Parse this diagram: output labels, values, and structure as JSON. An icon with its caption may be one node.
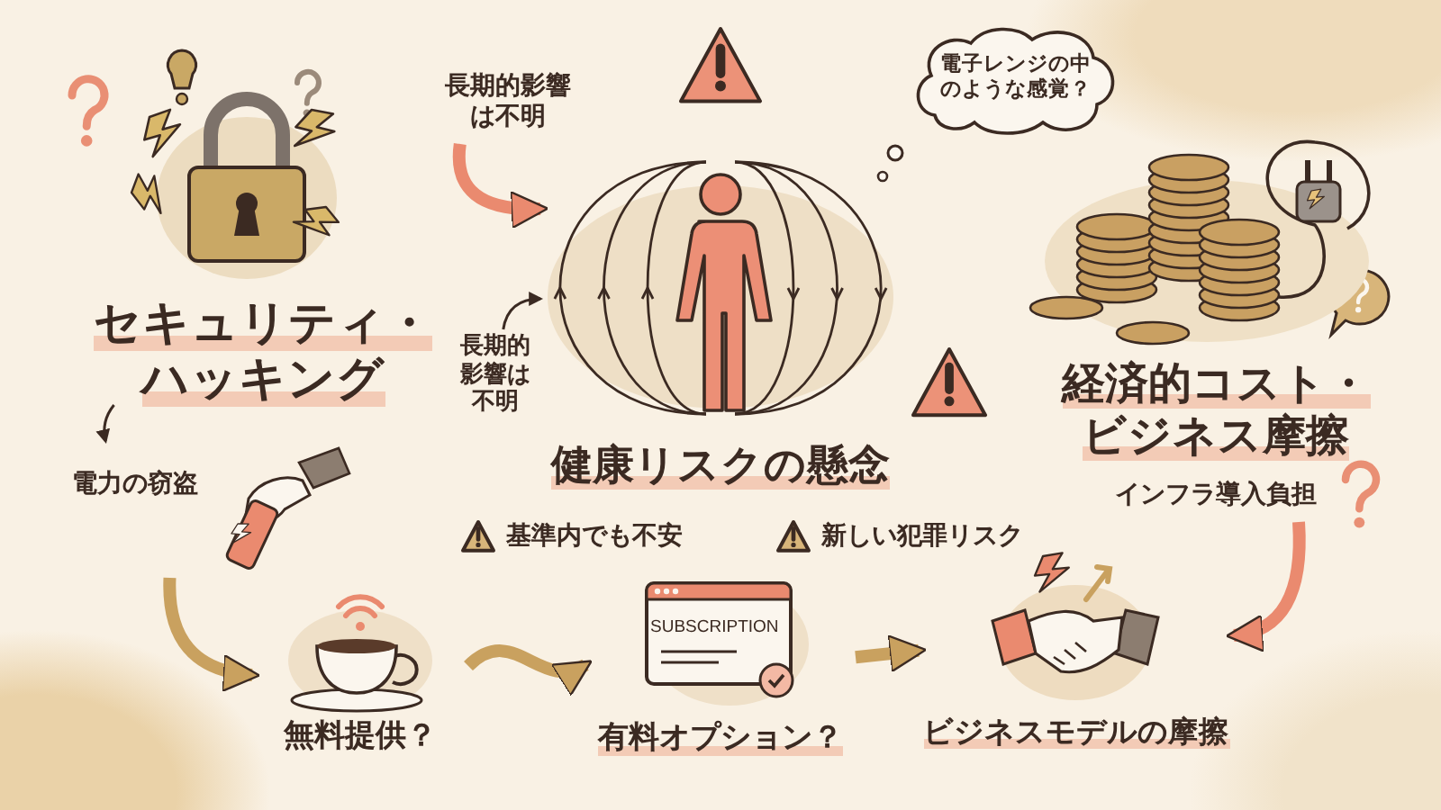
{
  "diagram": {
    "nodes": [
      {
        "text": [
          "セキュリティ・ハッキング"
        ]
      },
      {
        "text": [
          "電力の窃盗"
        ]
      },
      {
        "text": [
          "無料提供？"
        ]
      },
      {
        "text": [
          "SUBSCRIPTION",
          "有料オプション？"
        ]
      },
      {
        "text": [
          "ビジネスモデルの摩擦"
        ]
      },
      {
        "text": [
          "経済的コスト・ビジネス摩擦",
          "インフラ導入負担"
        ]
      },
      {
        "text": [
          "健康リスクの懸念"
        ]
      },
      {
        "text": [
          "長期的影響は不明"
        ]
      },
      {
        "text": [
          "長期的影響は不明"
        ]
      },
      {
        "text": [
          "電子レンジの中のような感覚？"
        ]
      }
    ],
    "edges": [
      {
        "from": 0,
        "to": 1,
        "arrow": "to",
        "color": "#3b2a22"
      },
      {
        "from": 1,
        "to": 2,
        "arrow": "to"
      },
      {
        "from": 2,
        "to": 3,
        "arrow": "to"
      },
      {
        "from": 3,
        "to": 4,
        "arrow": "to"
      },
      {
        "from": 5,
        "to": 4,
        "arrow": "to",
        "color": "#ea8a6f"
      },
      {
        "from": 7,
        "to": 6,
        "arrow": "to",
        "color": "#ea8a6f"
      },
      {
        "from": 8,
        "to": 6,
        "arrow": "to",
        "color": "#3b2a22"
      }
    ],
    "labels": [
      "基準内でも不安",
      "新しい犯罪リスク"
    ]
  }
}
